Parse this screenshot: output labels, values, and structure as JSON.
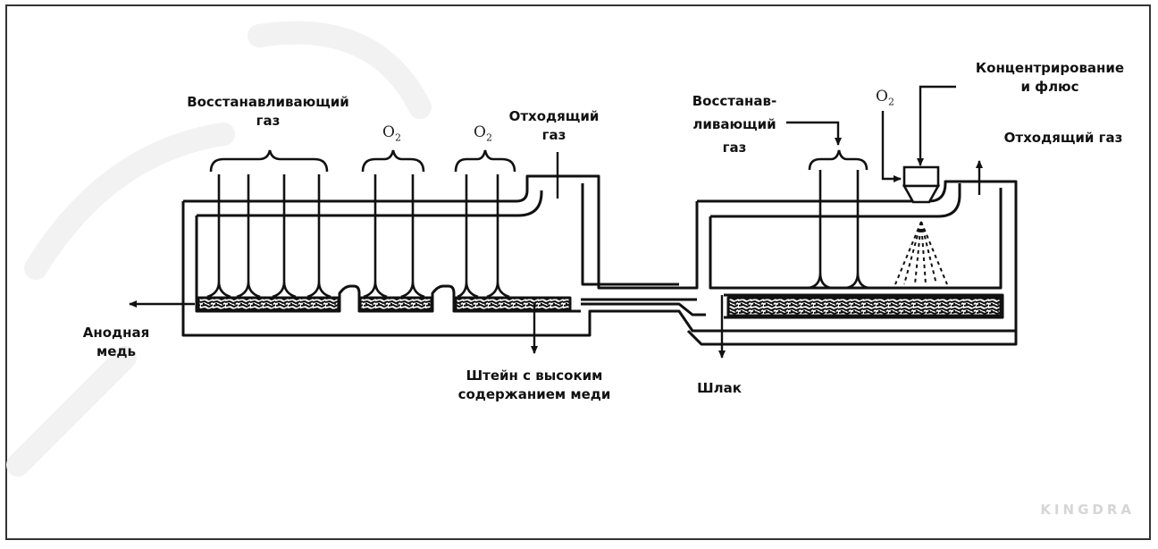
{
  "diagram": {
    "type": "process-flow",
    "watermark": "KINGDRA",
    "colors": {
      "line": "#111111",
      "frame": "#333333",
      "background": "#ffffff",
      "watermark": "#f0f0f0"
    },
    "labels": {
      "reducing_gas_left": [
        "Восстанавливающий",
        "газ"
      ],
      "o2_left_1": {
        "base": "O",
        "sub": "2"
      },
      "o2_left_2": {
        "base": "O",
        "sub": "2"
      },
      "offgas_left": [
        "Отходящий",
        "газ"
      ],
      "reducing_gas_right": [
        "Восстанав-",
        "ливающий",
        "газ"
      ],
      "o2_right": {
        "base": "O",
        "sub": "2"
      },
      "concentrate_flux": [
        "Концентрирование",
        "и флюс"
      ],
      "offgas_right": "Отходящий газ",
      "anode_copper": [
        "Анодная",
        "медь"
      ],
      "high_cu_matte": [
        "Штейн с высоким",
        "содержанием меди"
      ],
      "slag": "Шлак"
    },
    "nodes": [
      {
        "id": "reduction-zone",
        "lances": 4,
        "feed": "reducing_gas_left"
      },
      {
        "id": "oxidation-zone-1",
        "lances": 2,
        "feed": "o2_left_1"
      },
      {
        "id": "oxidation-zone-2",
        "lances": 2,
        "feed": "o2_left_2"
      },
      {
        "id": "settler-right",
        "lances": 2,
        "feed": "reducing_gas_right"
      },
      {
        "id": "feed-hopper",
        "feed": "concentrate_flux"
      }
    ],
    "edges": [
      {
        "from": "reduction-zone",
        "to": "anode_copper"
      },
      {
        "from": "oxidation-zone-2",
        "to": "high_cu_matte"
      },
      {
        "from": "settler-right",
        "to": "slag"
      },
      {
        "from": "offgas-duct-left",
        "to": "offgas_left"
      },
      {
        "from": "offgas-duct-right",
        "to": "offgas_right"
      }
    ]
  }
}
